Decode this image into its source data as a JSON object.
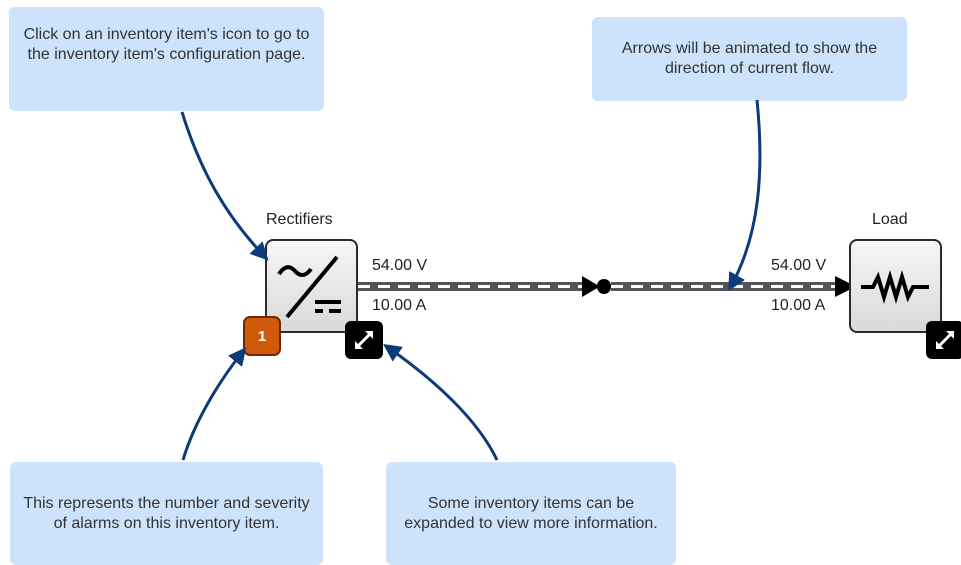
{
  "callouts": {
    "icon_link": "Click on an inventory item's icon to go to the inventory item's configuration page.",
    "arrows": "Arrows will be animated to show the direction of current flow.",
    "alarms": "This represents the number and severity of alarms on this inventory item.",
    "expand": "Some inventory items can be expanded to view more information."
  },
  "nodes": {
    "rectifiers": {
      "title": "Rectifiers",
      "voltage": "54.00 V",
      "current": "10.00 A",
      "alarm_count": "1",
      "alarm_color": "#d05a0b"
    },
    "load": {
      "title": "Load",
      "voltage": "54.00 V",
      "current": "10.00 A"
    }
  },
  "colors": {
    "callout_bg": "#cce3fb",
    "annotation_arrow": "#0d3a7a",
    "wire": "#555555"
  },
  "icons": {
    "rectifier": "ac-dc-rectifier-icon",
    "load": "resistor-icon",
    "expand": "expand-arrows-icon"
  }
}
